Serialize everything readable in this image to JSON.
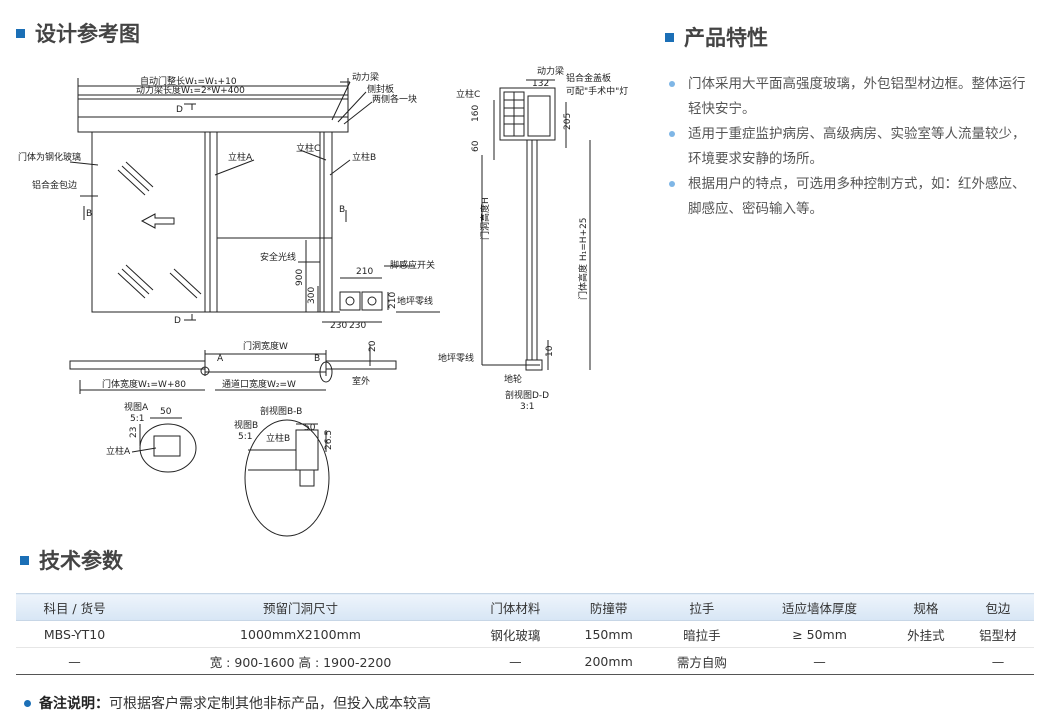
{
  "sections": {
    "design": "设计参考图",
    "features": "产品特性",
    "tech": "技术参数"
  },
  "features": [
    "门体采用大平面高强度玻璃，外包铝型材边框。整体运行轻快安宁。",
    "适用于重症监护病房、高级病房、实验室等人流量较少，环境要求安静的场所。",
    "根据用户的特点，可选用多种控制方式，如：红外感应、脚感应、密码输入等。"
  ],
  "drawing": {
    "total_width": "自动门整长W₁=W₁+10",
    "beam_length": "动力梁长度W₁=2*W+400",
    "power_beam": "动力梁",
    "side_plate": "侧封板",
    "each_side": "两侧各一块",
    "d_top": "D",
    "glass": "门体为钢化玻璃",
    "al_edge": "铝合金包边",
    "post_a": "立柱A",
    "post_c": "立柱C",
    "post_b": "立柱B",
    "b_left": "B",
    "b_right": "B",
    "safety_beam": "安全光线",
    "dim_900": "900",
    "dim_300": "300",
    "dim_210": "210",
    "dim_210v": "210",
    "foot_switch": "脚感应开关",
    "floor_line": "地坪零线",
    "d_bottom": "D",
    "dim_230a": "230",
    "dim_230b": "230",
    "door_hole_width": "门洞宽度W",
    "plan_a": "A",
    "plan_b": "B",
    "dim_20": "20",
    "door_width": "门体宽度W₁=W+80",
    "pass_width": "通道口宽度W₂=W",
    "outdoor": "室外",
    "view_a": "视图A",
    "scale_a": "5:1",
    "dim_50a": "50",
    "dim_23": "23",
    "post_a2": "立柱A",
    "section_bb": "剖视图B-B",
    "view_b": "视图B",
    "scale_b": "5:1",
    "dim_50b": "50",
    "post_b2": "立柱B",
    "dim_265": "26.5",
    "sec_beam": "动力梁",
    "sec_cover": "铝合金盖板",
    "sec_132": "132",
    "sec_lamp": "可配\"手术中\"灯",
    "sec_post_c": "立柱C",
    "sec_160": "160",
    "sec_205": "205",
    "sec_60": "60",
    "sec_hole_h": "门洞高度H",
    "sec_door_h": "门体高度 H₁=H+25",
    "sec_floor": "地坪零线",
    "sec_10": "10",
    "sec_wheel": "地轮",
    "sec_dd": "剖视图D-D",
    "sec_scale": "3:1"
  },
  "table": {
    "headers": [
      "科目 / 货号",
      "预留门洞尺寸",
      "门体材料",
      "防撞带",
      "拉手",
      "适应墙体厚度",
      "规格",
      "包边"
    ],
    "rows": [
      [
        "MBS-YT10",
        "1000mmX2100mm",
        "钢化玻璃",
        "150mm",
        "暗拉手",
        "≥ 50mm",
        "外挂式",
        "铝型材"
      ],
      [
        "—",
        "宽 : 900-1600 高 : 1900-2200",
        "—",
        "200mm",
        "需方自购",
        "—",
        "",
        "—"
      ]
    ]
  },
  "remark": {
    "label": "备注说明：",
    "text": "可根据客户需求定制其他非标产品，但投入成本较高"
  },
  "colors": {
    "accent": "#1b6fb6",
    "bullet": "#7fb6e6",
    "table_header": "#d7e6f5"
  }
}
